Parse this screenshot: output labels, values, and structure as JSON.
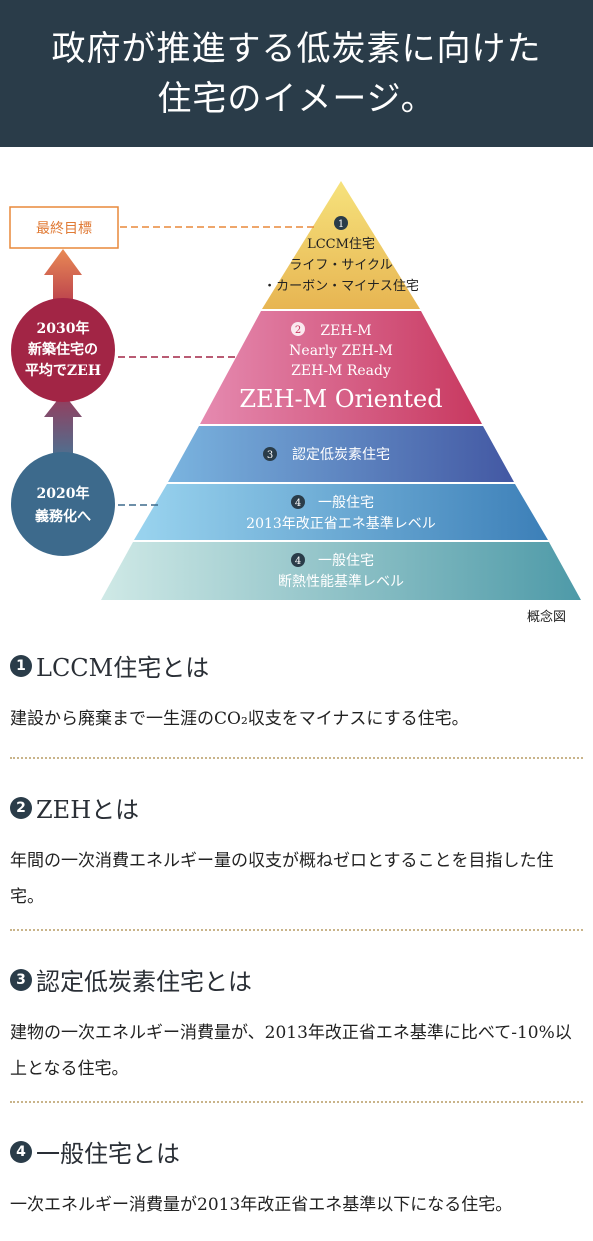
{
  "header": {
    "line1": "政府が推進する低炭素に向けた",
    "line2": "住宅のイメージ。"
  },
  "diagram": {
    "goal_label": "最終目標",
    "circle_2030": [
      "2030年",
      "新築住宅の",
      "平均でZEH"
    ],
    "circle_2020": [
      "2020年",
      "義務化へ"
    ],
    "tier1": {
      "num": "1",
      "lines": [
        "LCCM住宅",
        "ライフ・サイクル",
        "・カーボン・マイナス住宅"
      ]
    },
    "tier2": {
      "num": "2",
      "lines": [
        "ZEH-M",
        "Nearly ZEH-M",
        "ZEH-M Ready"
      ],
      "big": "ZEH-M Oriented"
    },
    "tier3": {
      "num": "3",
      "label": "認定低炭素住宅"
    },
    "tier4a": {
      "num": "4",
      "lines": [
        "一般住宅",
        "2013年改正省エネ基準レベル"
      ]
    },
    "tier4b": {
      "num": "4",
      "lines": [
        "一般住宅",
        "断熱性能基準レベル"
      ]
    },
    "note": "概念図"
  },
  "sections": [
    {
      "num": "1",
      "title": "LCCM住宅とは",
      "body": "建設から廃棄まで一生涯のCO₂収支をマイナスにする住宅。"
    },
    {
      "num": "2",
      "title": "ZEHとは",
      "body": "年間の一次消費エネルギー量の収支が概ねゼロとすることを目指した住宅。"
    },
    {
      "num": "3",
      "title": "認定低炭素住宅とは",
      "body": "建物の一次エネルギー消費量が、2013年改正省エネ基準に比べて-10%以上となる住宅。"
    },
    {
      "num": "4",
      "title": "一般住宅とは",
      "body": "一次エネルギー消費量が2013年改正省エネ基準以下になる住宅。"
    }
  ],
  "colors": {
    "header": "#2a3c49",
    "goal": "#e8893a",
    "circle2030": "#a22545",
    "circle2020": "#3d6a8c"
  }
}
